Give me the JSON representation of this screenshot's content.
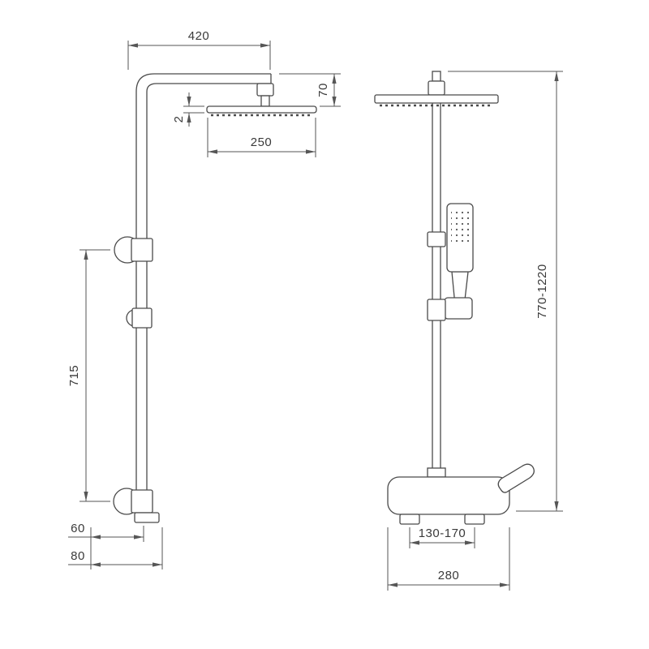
{
  "page": {
    "background": "#ffffff",
    "line_color": "#4a4a4a",
    "dimension_color": "#565656",
    "text_color": "#3a3a3a"
  },
  "dimensions": {
    "arm_reach": "420",
    "head_drop": "70",
    "head_thickness": "2",
    "head_width": "250",
    "bar_length": "715",
    "offset_upper": "60",
    "offset_lower": "80",
    "overall_height": "770-1220",
    "inlet_spacing": "130-170",
    "valve_width": "280"
  }
}
